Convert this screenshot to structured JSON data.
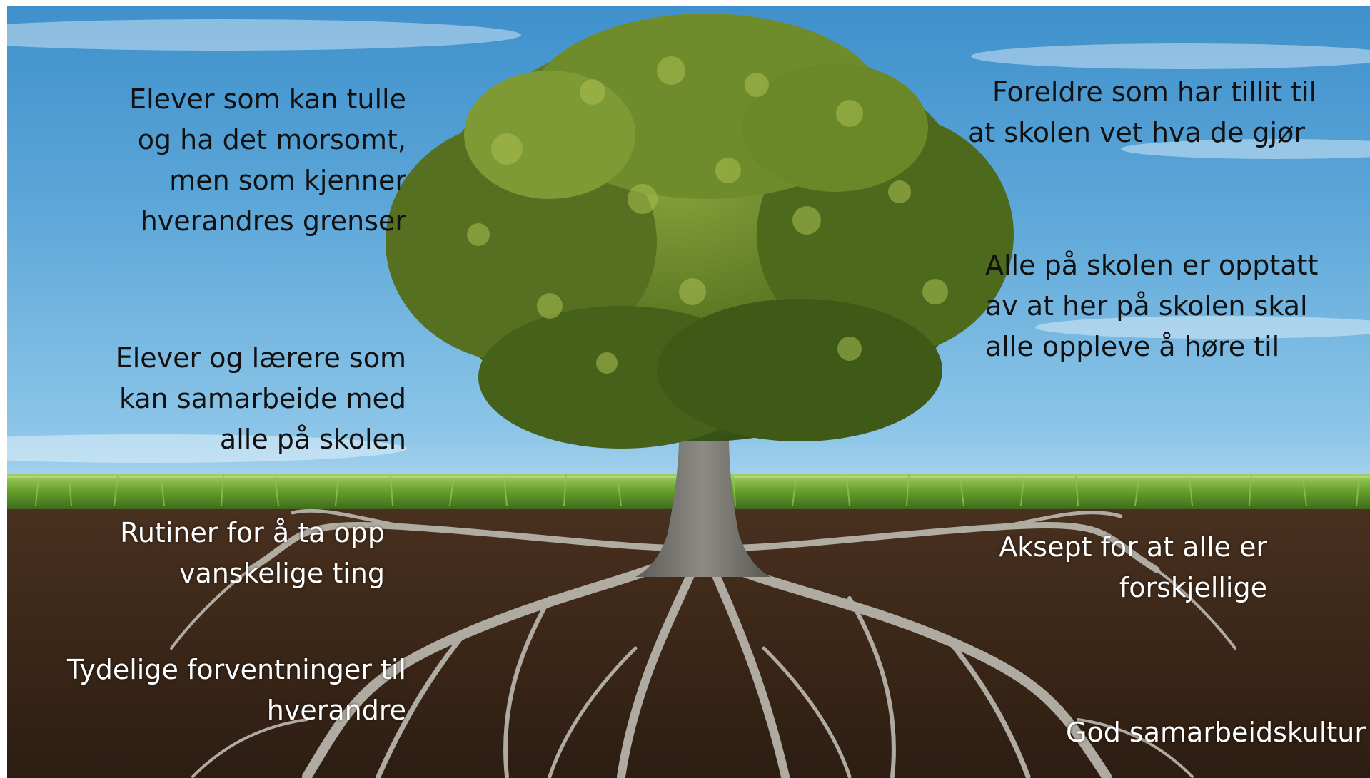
{
  "labels": {
    "tulle": [
      "Elever som kan tulle",
      "og ha det morsomt,",
      "men som kjenner",
      "hverandres grenser"
    ],
    "samarbeide": [
      "Elever og lærere som",
      "kan samarbeide med",
      "alle på skolen"
    ],
    "rutiner": [
      "Rutiner for å ta opp",
      "vanskelige ting"
    ],
    "tydelige": [
      "Tydelige forventninger til",
      "hverandre"
    ],
    "foreldre": [
      "Foreldre som har tillit til",
      "at skolen vet hva de gjør"
    ],
    "alle": [
      "Alle på skolen er opptatt",
      "av at her på skolen skal",
      "alle oppleve å høre til"
    ],
    "aksept": [
      "Aksept for at alle er",
      "forskjellige"
    ],
    "god": [
      "God samarbeidskultur"
    ]
  },
  "colors": {
    "sky_top": "#3f90cc",
    "sky_bottom": "#c6e4f2",
    "grass": "#5f9a2a",
    "soil": "#3a2617",
    "foliage": "#5b7a22",
    "trunk": "#7d7b76",
    "roots": "#b9b6ae"
  }
}
